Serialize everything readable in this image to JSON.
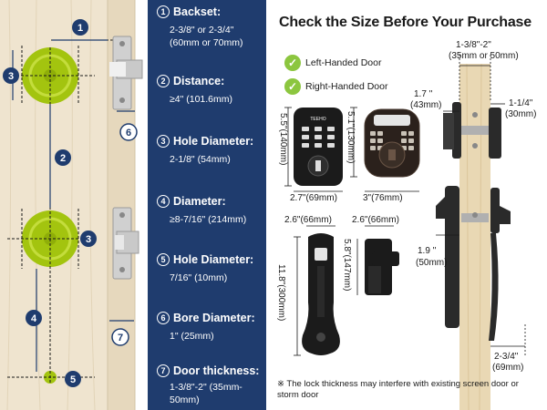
{
  "specs": [
    {
      "num": "1",
      "title": "Backset:",
      "value": "2-3/8\" or 2-3/4\" (60mm or 70mm)"
    },
    {
      "num": "2",
      "title": "Distance:",
      "value": "≥4\" (101.6mm)"
    },
    {
      "num": "3",
      "title": "Hole Diameter:",
      "value": "2-1/8\" (54mm)"
    },
    {
      "num": "4",
      "title": "Diameter:",
      "value": "≥8-7/16\" (214mm)"
    },
    {
      "num": "5",
      "title": "Hole Diameter:",
      "value": "7/16\" (10mm)"
    },
    {
      "num": "6",
      "title": "Bore Diameter:",
      "value": "1\" (25mm)"
    },
    {
      "num": "7",
      "title": "Door thickness:",
      "value": "1-3/8\"-2\" (35mm-50mm)"
    }
  ],
  "diagram_markers": [
    "1",
    "2",
    "3",
    "3",
    "4",
    "5",
    "6",
    "7"
  ],
  "right": {
    "heading": "Check the Size Before Your Purchase",
    "checks": [
      "Left-Handed Door",
      "Right-Handed Door"
    ],
    "dims": {
      "door_thickness": "1-3/8\"-2\"",
      "door_thickness_mm": "(35mm or 50mm)",
      "d_17": "1.7 ''",
      "d_17_mm": "(43mm)",
      "d_114": "1-1/4\"",
      "d_114_mm": "(30mm)",
      "keypad_h": "5.5\"(140mm)",
      "deadbolt_h": "5.1\"(130mm)",
      "keypad_w": "2.7\"(69mm)",
      "deadbolt_w": "3\"(76mm)",
      "handle_w": "2.6\"(66mm)",
      "lever_w": "2.6\"(66mm)",
      "lever_h": "5.8\"(147mm)",
      "handle_h": "11.8\"(300mm)",
      "d_19": "1.9 ''",
      "d_19_mm": "(50mm)",
      "d_234": "2-3/4\"",
      "d_234_mm": "(69mm)"
    },
    "keypad_brand": "TEEHO",
    "note": "※ The lock thickness may interfere with existing screen door or storm door"
  },
  "colors": {
    "panel_blue": "#1f3c6e",
    "wood": "#efe4cf",
    "hole_green": "#a3c40f",
    "marker_blue": "#1f3c6e",
    "lock_dark": "#2a2a2a",
    "check_green": "#8cc63f"
  }
}
